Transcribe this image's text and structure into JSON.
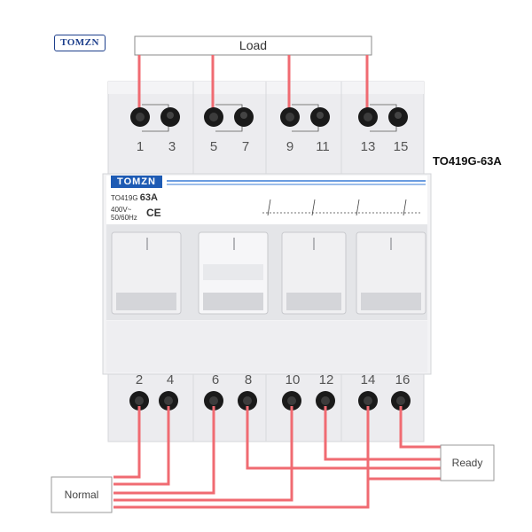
{
  "brand": {
    "logo_text": "TOMZN",
    "plate_text": "TOMZN"
  },
  "load_label": "Load",
  "model": "TO419G-63A",
  "device": {
    "model_code": "TO419G",
    "rating": "63A",
    "voltage": "400V~",
    "frequency": "50/60Hz",
    "ce_mark": "CE"
  },
  "top_terminals": [
    "1",
    "3",
    "5",
    "7",
    "9",
    "11",
    "13",
    "15"
  ],
  "bottom_terminals": [
    "2",
    "4",
    "6",
    "8",
    "10",
    "12",
    "14",
    "16"
  ],
  "normal_label": "Normal",
  "ready_label": "Ready",
  "colors": {
    "wire": "#f06b72",
    "wire_dark": "#d9414a",
    "housing": "#e9eaed",
    "brand_blue": "#1e5bb4"
  }
}
